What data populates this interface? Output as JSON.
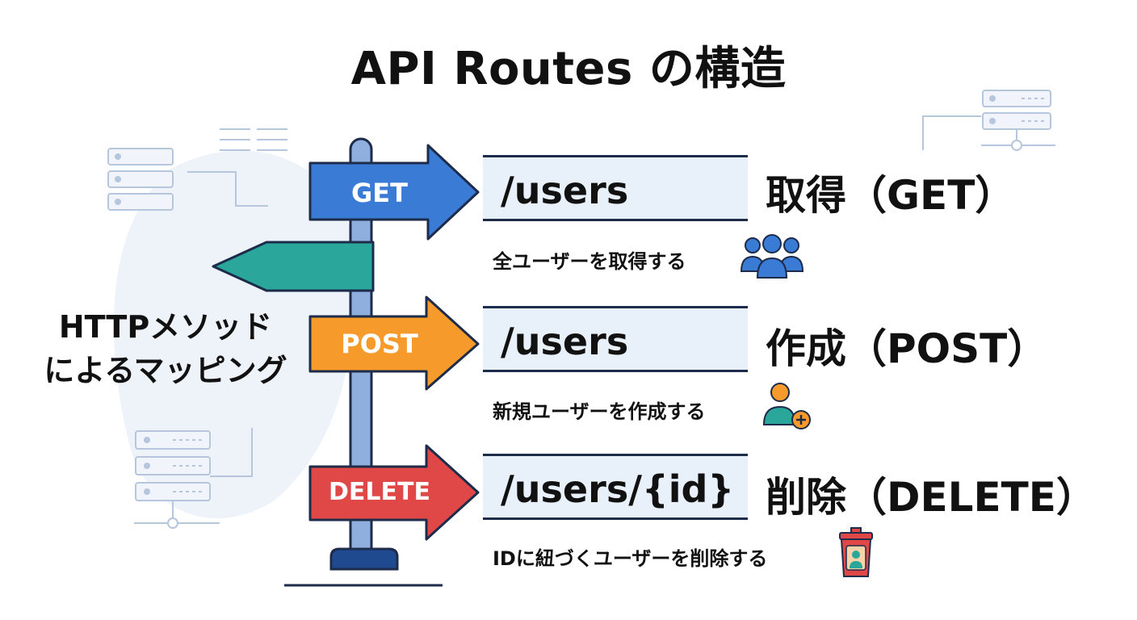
{
  "title": "API Routes の構造",
  "side_label": {
    "line1": "HTTPメソッド",
    "line2": "によるマッピング"
  },
  "colors": {
    "get": "#3a7bd5",
    "post": "#f59a2b",
    "delete": "#e04848",
    "teal": "#2aa69a",
    "pole": "#8fb0de",
    "pole_base": "#1f4a8f"
  },
  "routes": [
    {
      "method": "GET",
      "path": "/users",
      "title": "取得（GET）",
      "desc": "全ユーザーを取得する",
      "icon": "users-group-icon"
    },
    {
      "method": "POST",
      "path": "/users",
      "title": "作成（POST）",
      "desc": "新規ユーザーを作成する",
      "icon": "user-add-icon"
    },
    {
      "method": "DELETE",
      "path": "/users/{id}",
      "title": "削除（DELETE）",
      "desc": "IDに紐づくユーザーを削除する",
      "icon": "trash-user-icon"
    }
  ]
}
